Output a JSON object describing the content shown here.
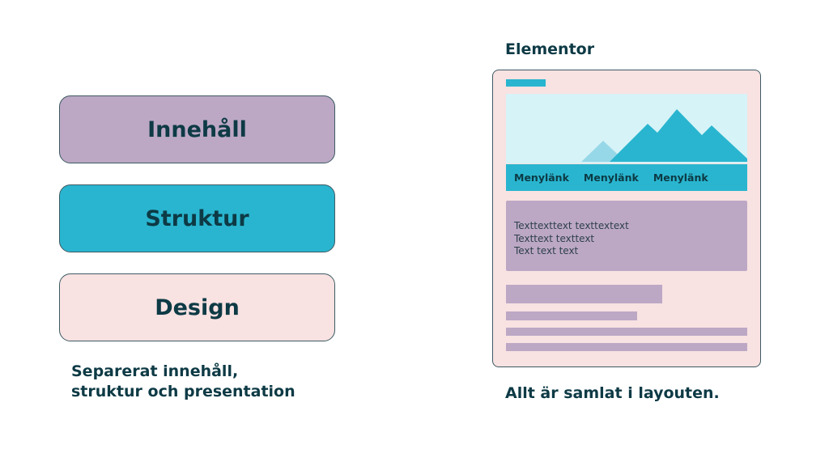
{
  "left": {
    "boxes": [
      {
        "label": "Innehåll",
        "color": "#bca8c5"
      },
      {
        "label": "Struktur",
        "color": "#29b5cf"
      },
      {
        "label": "Design",
        "color": "#f8e2e2"
      }
    ],
    "caption_line1": "Separerat innehåll,",
    "caption_line2": "struktur och presentation"
  },
  "right": {
    "title": "Elementor",
    "mockup": {
      "menu_links": [
        "Menylänk",
        "Menylänk",
        "Menylänk"
      ],
      "text_lines": [
        "Texttexttext texttextext",
        "Texttext texttext",
        "Text text text"
      ]
    },
    "caption": "Allt är samlat i layouten."
  },
  "colors": {
    "text": "#0d3a45",
    "purple": "#bca8c5",
    "teal": "#29b5cf",
    "pink": "#f8e2e2",
    "sky": "#d6f3f7",
    "light_teal": "#97d8e8"
  }
}
